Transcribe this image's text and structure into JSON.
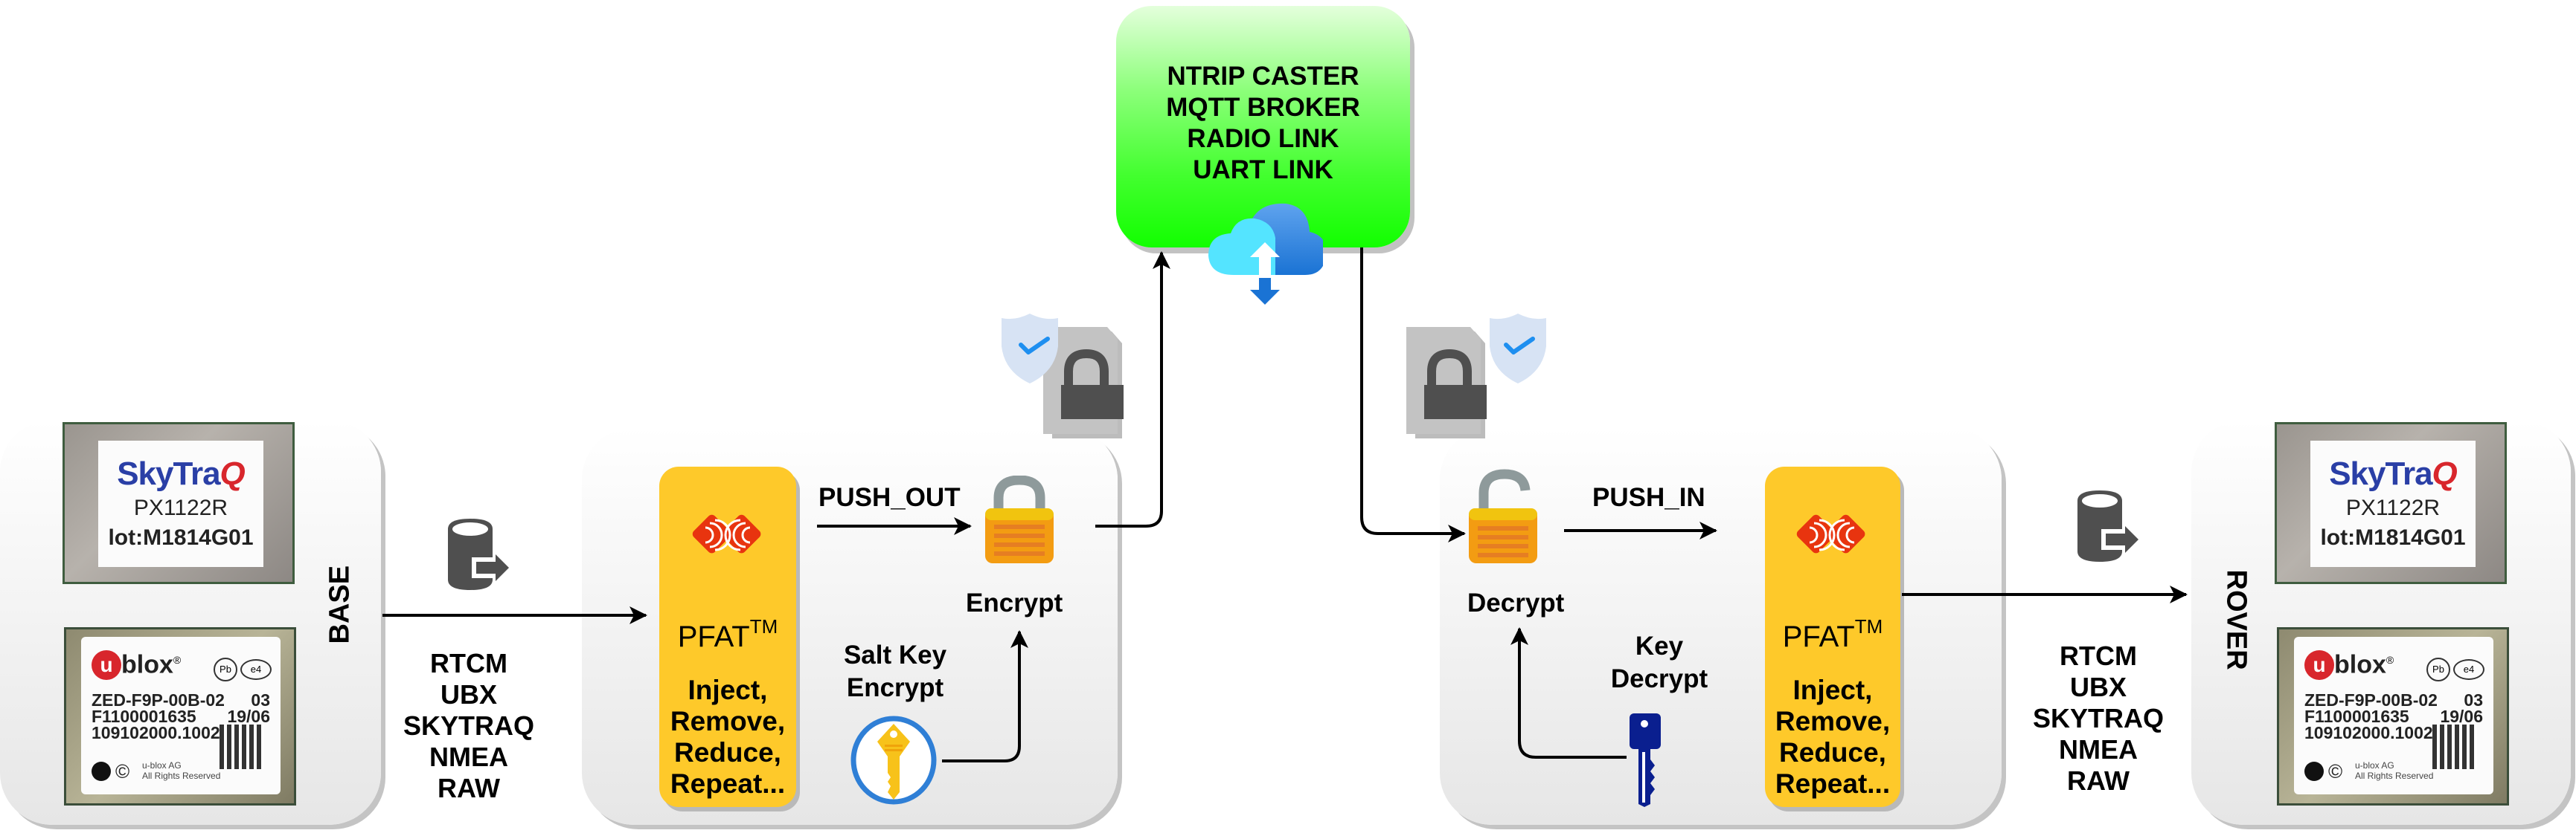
{
  "base_panel": {
    "label": "BASE",
    "skytraq_chip": {
      "brand_prefix": "SkyTra",
      "brand_suffix": "Q",
      "model": "PX1122R",
      "lot": "lot:M1814G01"
    },
    "ublox_chip": {
      "brand": "blox",
      "brand_mark": "u",
      "registered": "®",
      "pb_mark": "Pb",
      "e4_mark": "e4",
      "part": "ZED-F9P-00B-02",
      "rev": "03",
      "serial": "F1100001635",
      "date": "19/06",
      "code": "109102000.1002",
      "copyright": "©",
      "maker": "u-blox AG",
      "rights": "All Rights Reserved"
    }
  },
  "base_link": {
    "icon": "database-export-icon",
    "formats": [
      "RTCM",
      "UBX",
      "SKYTRAQ",
      "NMEA",
      "RAW"
    ]
  },
  "encrypt_panel": {
    "pfat": {
      "title": "PFAT",
      "tm": "TM",
      "actions": [
        "Inject,",
        "Remove,",
        "Reduce,",
        "Repeat..."
      ],
      "logo": "pfat-logo-icon"
    },
    "push_label": "PUSH_OUT",
    "lock_label": "Encrypt",
    "key_label_lines": [
      "Salt Key",
      "Encrypt"
    ],
    "key_icon": "gold-key-icon"
  },
  "secure_doc_left": {
    "icon": "secure-document-lock-icon",
    "badge": "shield-check-icon"
  },
  "transport": {
    "lines": [
      "NTRIP CASTER",
      "MQTT BROKER",
      "RADIO LINK",
      "UART LINK"
    ],
    "icon": "cloud-upload-download-icon"
  },
  "secure_doc_right": {
    "icon": "secure-document-lock-icon",
    "badge": "shield-check-icon"
  },
  "decrypt_panel": {
    "lock_label": "Decrypt",
    "push_label": "PUSH_IN",
    "key_label_lines": [
      "Key",
      "Decrypt"
    ],
    "key_icon": "blue-key-icon",
    "pfat": {
      "title": "PFAT",
      "tm": "TM",
      "actions": [
        "Inject,",
        "Remove,",
        "Reduce,",
        "Repeat..."
      ],
      "logo": "pfat-logo-icon"
    }
  },
  "rover_link": {
    "icon": "database-export-icon",
    "formats": [
      "RTCM",
      "UBX",
      "SKYTRAQ",
      "NMEA",
      "RAW"
    ]
  },
  "rover_panel": {
    "label": "ROVER",
    "skytraq_chip": {
      "brand_prefix": "SkyTra",
      "brand_suffix": "Q",
      "model": "PX1122R",
      "lot": "lot:M1814G01"
    },
    "ublox_chip": {
      "brand": "blox",
      "brand_mark": "u",
      "registered": "®",
      "pb_mark": "Pb",
      "e4_mark": "e4",
      "part": "ZED-F9P-00B-02",
      "rev": "03",
      "serial": "F1100001635",
      "date": "19/06",
      "code": "109102000.1002",
      "copyright": "©",
      "maker": "u-blox AG",
      "rights": "All Rights Reserved"
    }
  },
  "colors": {
    "pfat_yellow": "#fec92a",
    "green_box": "#12ff00",
    "lock_orange": "#f39c12",
    "key_blue": "#0a1f8f",
    "skytraq_blue": "#2a3fa6",
    "ublox_red": "#d8262c"
  }
}
